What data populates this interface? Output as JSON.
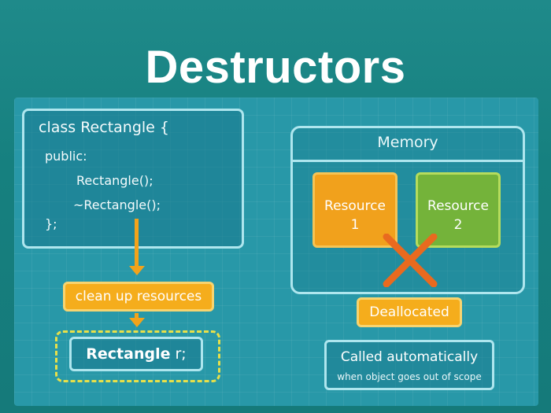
{
  "title": "Destructors",
  "code": {
    "line1": "class Rectangle {",
    "line2": "public:",
    "line3": "Rectangle();",
    "line4": "~Rectangle();",
    "line5": "};"
  },
  "cleanup_label": "clean up resources",
  "instance": {
    "keyword": "Rectangle",
    "var": "r;"
  },
  "memory": {
    "label": "Memory",
    "resource1": {
      "line1": "Resource",
      "line2": "1"
    },
    "resource2": {
      "line1": "Resource",
      "line2": "2"
    }
  },
  "dealloc_label": "Deallocated",
  "called": {
    "main": "Called automatically",
    "sub": "when object goes out of scope"
  },
  "colors": {
    "accent_orange": "#f5ad1c",
    "green": "#74b33a",
    "cross": "#e96a1f",
    "outline": "#aee6ee"
  }
}
